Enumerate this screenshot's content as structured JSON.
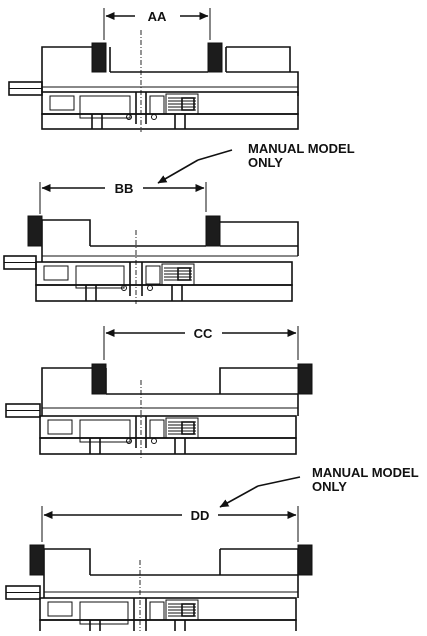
{
  "dimensions": [
    {
      "id": "aa",
      "label": "AA"
    },
    {
      "id": "bb",
      "label": "BB"
    },
    {
      "id": "cc",
      "label": "CC"
    },
    {
      "id": "dd",
      "label": "DD"
    }
  ],
  "callouts": [
    {
      "id": "bb-note",
      "line1": "MANUAL MODEL",
      "line2": "ONLY"
    },
    {
      "id": "dd-note",
      "line1": "MANUAL MODEL",
      "line2": "ONLY"
    }
  ],
  "colors": {
    "ink": "#111111",
    "jaw": "#1c1c1c",
    "background": "#ffffff"
  }
}
